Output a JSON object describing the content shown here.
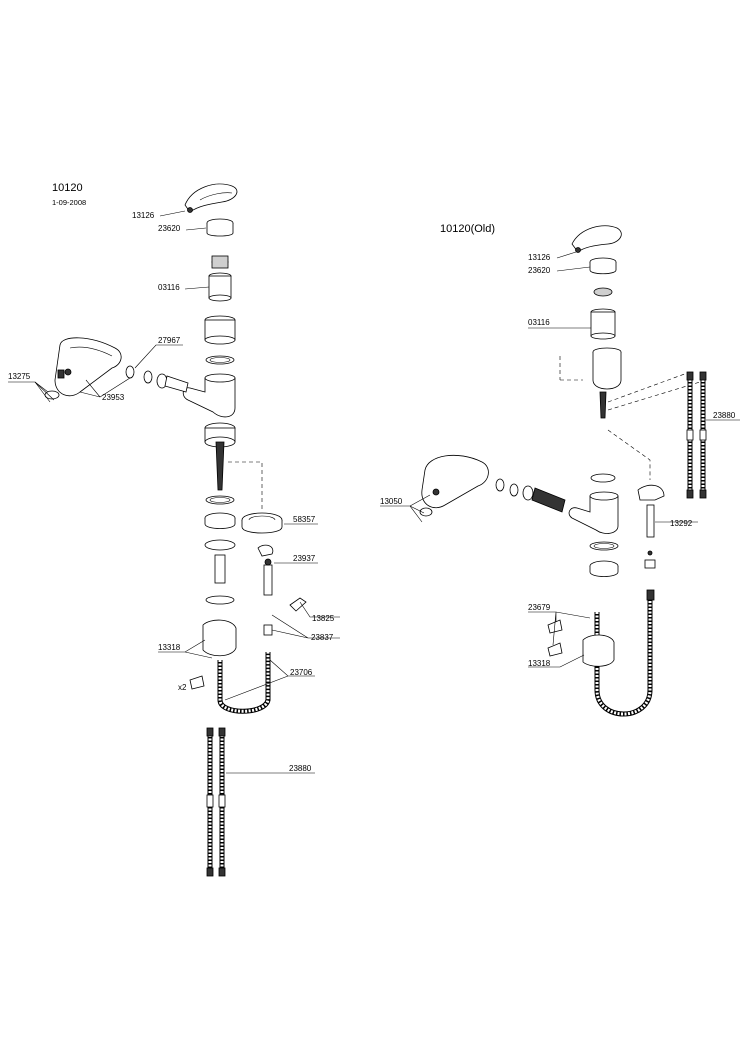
{
  "left": {
    "title": "10120",
    "date": "1-09-2008",
    "labels": {
      "p13126": "13126",
      "p23620": "23620",
      "p03116": "03116",
      "p27967": "27967",
      "p13275": "13275",
      "p23953": "23953",
      "p58357": "58357",
      "p23937": "23937",
      "p13825": "13825",
      "p23837": "23837",
      "p13318": "13318",
      "p23706": "23706",
      "x2": "x2",
      "p23880": "23880"
    }
  },
  "right": {
    "title": "10120(Old)",
    "labels": {
      "p13126": "13126",
      "p23620": "23620",
      "p03116": "03116",
      "p23880": "23880",
      "p13050": "13050",
      "p13292": "13292",
      "p23679": "23679",
      "p13318": "13318"
    }
  }
}
